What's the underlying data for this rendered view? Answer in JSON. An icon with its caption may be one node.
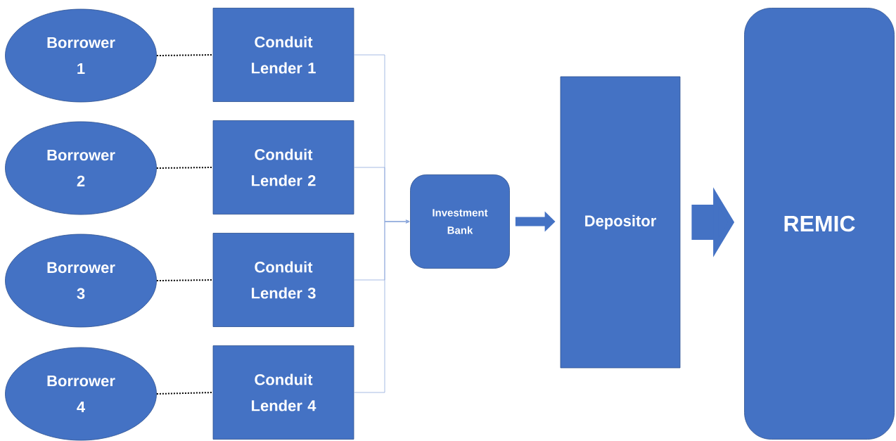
{
  "diagram": {
    "nodes": [
      {
        "text": [
          "Borrower 1"
        ]
      },
      {
        "text": [
          "Borrower 2"
        ]
      },
      {
        "text": [
          "Borrower 3"
        ]
      },
      {
        "text": [
          "Borrower 4"
        ]
      },
      {
        "text": [
          "Conduit Lender 1"
        ]
      },
      {
        "text": [
          "Conduit Lender 2"
        ]
      },
      {
        "text": [
          "Conduit Lender 3"
        ]
      },
      {
        "text": [
          "Conduit Lender 4"
        ]
      },
      {
        "text": [
          "Investment Bank"
        ]
      },
      {
        "text": [
          "Depositor"
        ]
      },
      {
        "text": [
          "REMIC"
        ]
      }
    ],
    "edges": [
      {
        "from": 0,
        "to": 4,
        "arrow": "none",
        "style": "dashed"
      },
      {
        "from": 1,
        "to": 5,
        "arrow": "none",
        "style": "dashed"
      },
      {
        "from": 2,
        "to": 6,
        "arrow": "none",
        "style": "dashed"
      },
      {
        "from": 3,
        "to": 7,
        "arrow": "none",
        "style": "dashed"
      },
      {
        "from": 4,
        "to": 8,
        "arrow": "to",
        "color": "#8faadc"
      },
      {
        "from": 5,
        "to": 8,
        "arrow": "to",
        "color": "#8faadc"
      },
      {
        "from": 6,
        "to": 8,
        "arrow": "to",
        "color": "#8faadc"
      },
      {
        "from": 7,
        "to": 8,
        "arrow": "to",
        "color": "#8faadc"
      },
      {
        "from": 8,
        "to": 9,
        "arrow": "to",
        "style": "thick",
        "color": "#4472c4"
      },
      {
        "from": 9,
        "to": 10,
        "arrow": "to",
        "style": "thick",
        "color": "#4472c4"
      }
    ]
  }
}
